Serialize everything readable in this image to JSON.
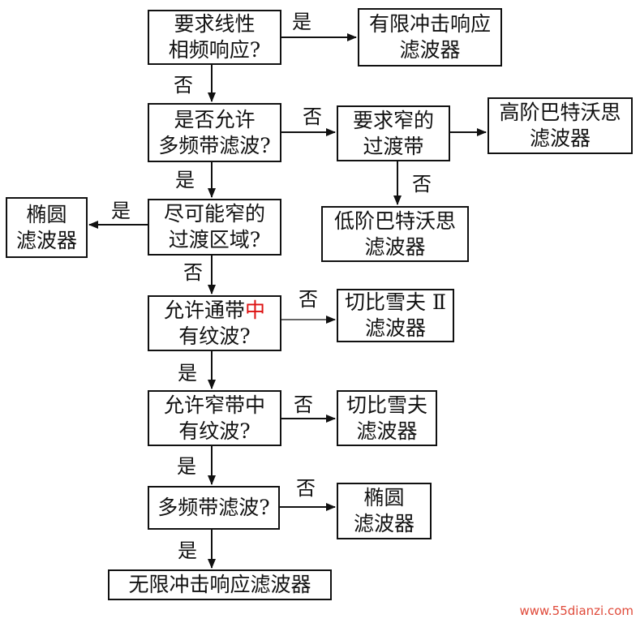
{
  "nodes": {
    "q_linear_phase": [
      "要求线性",
      "相频响应?"
    ],
    "fir_filter": [
      "有限冲击响应",
      "滤波器"
    ],
    "q_multiband": [
      "是否允许",
      "多频带滤波?"
    ],
    "q_narrow_transition": [
      "要求窄的",
      "过渡带"
    ],
    "high_order_butterworth": [
      "高阶巴特沃思",
      "滤波器"
    ],
    "low_order_butterworth": [
      "低阶巴特沃思",
      "滤波器"
    ],
    "elliptic_filter_left": [
      "椭圆",
      "滤波器"
    ],
    "q_narrowest_transition": [
      "尽可能窄的",
      "过渡区域?"
    ],
    "q_passband_ripple": [
      "允许通带",
      "有纹波?"
    ],
    "passband_red_char": "中",
    "chebyshev_2": [
      "切比雪夫 Ⅱ",
      "滤波器"
    ],
    "q_stopband_ripple": [
      "允许窄带中",
      "有纹波?"
    ],
    "chebyshev": [
      "切比雪夫",
      "滤波器"
    ],
    "q_multiband_2": "多频带滤波?",
    "elliptic_filter_right": [
      "椭圆",
      "滤波器"
    ],
    "iir_filter": "无限冲击响应滤波器"
  },
  "labels": {
    "yes": "是",
    "no": "否"
  },
  "watermark": "www.55dianzi.com",
  "colors": {
    "line": "#111111",
    "watermark": "#e04a3a",
    "red_char": "#d11111"
  }
}
